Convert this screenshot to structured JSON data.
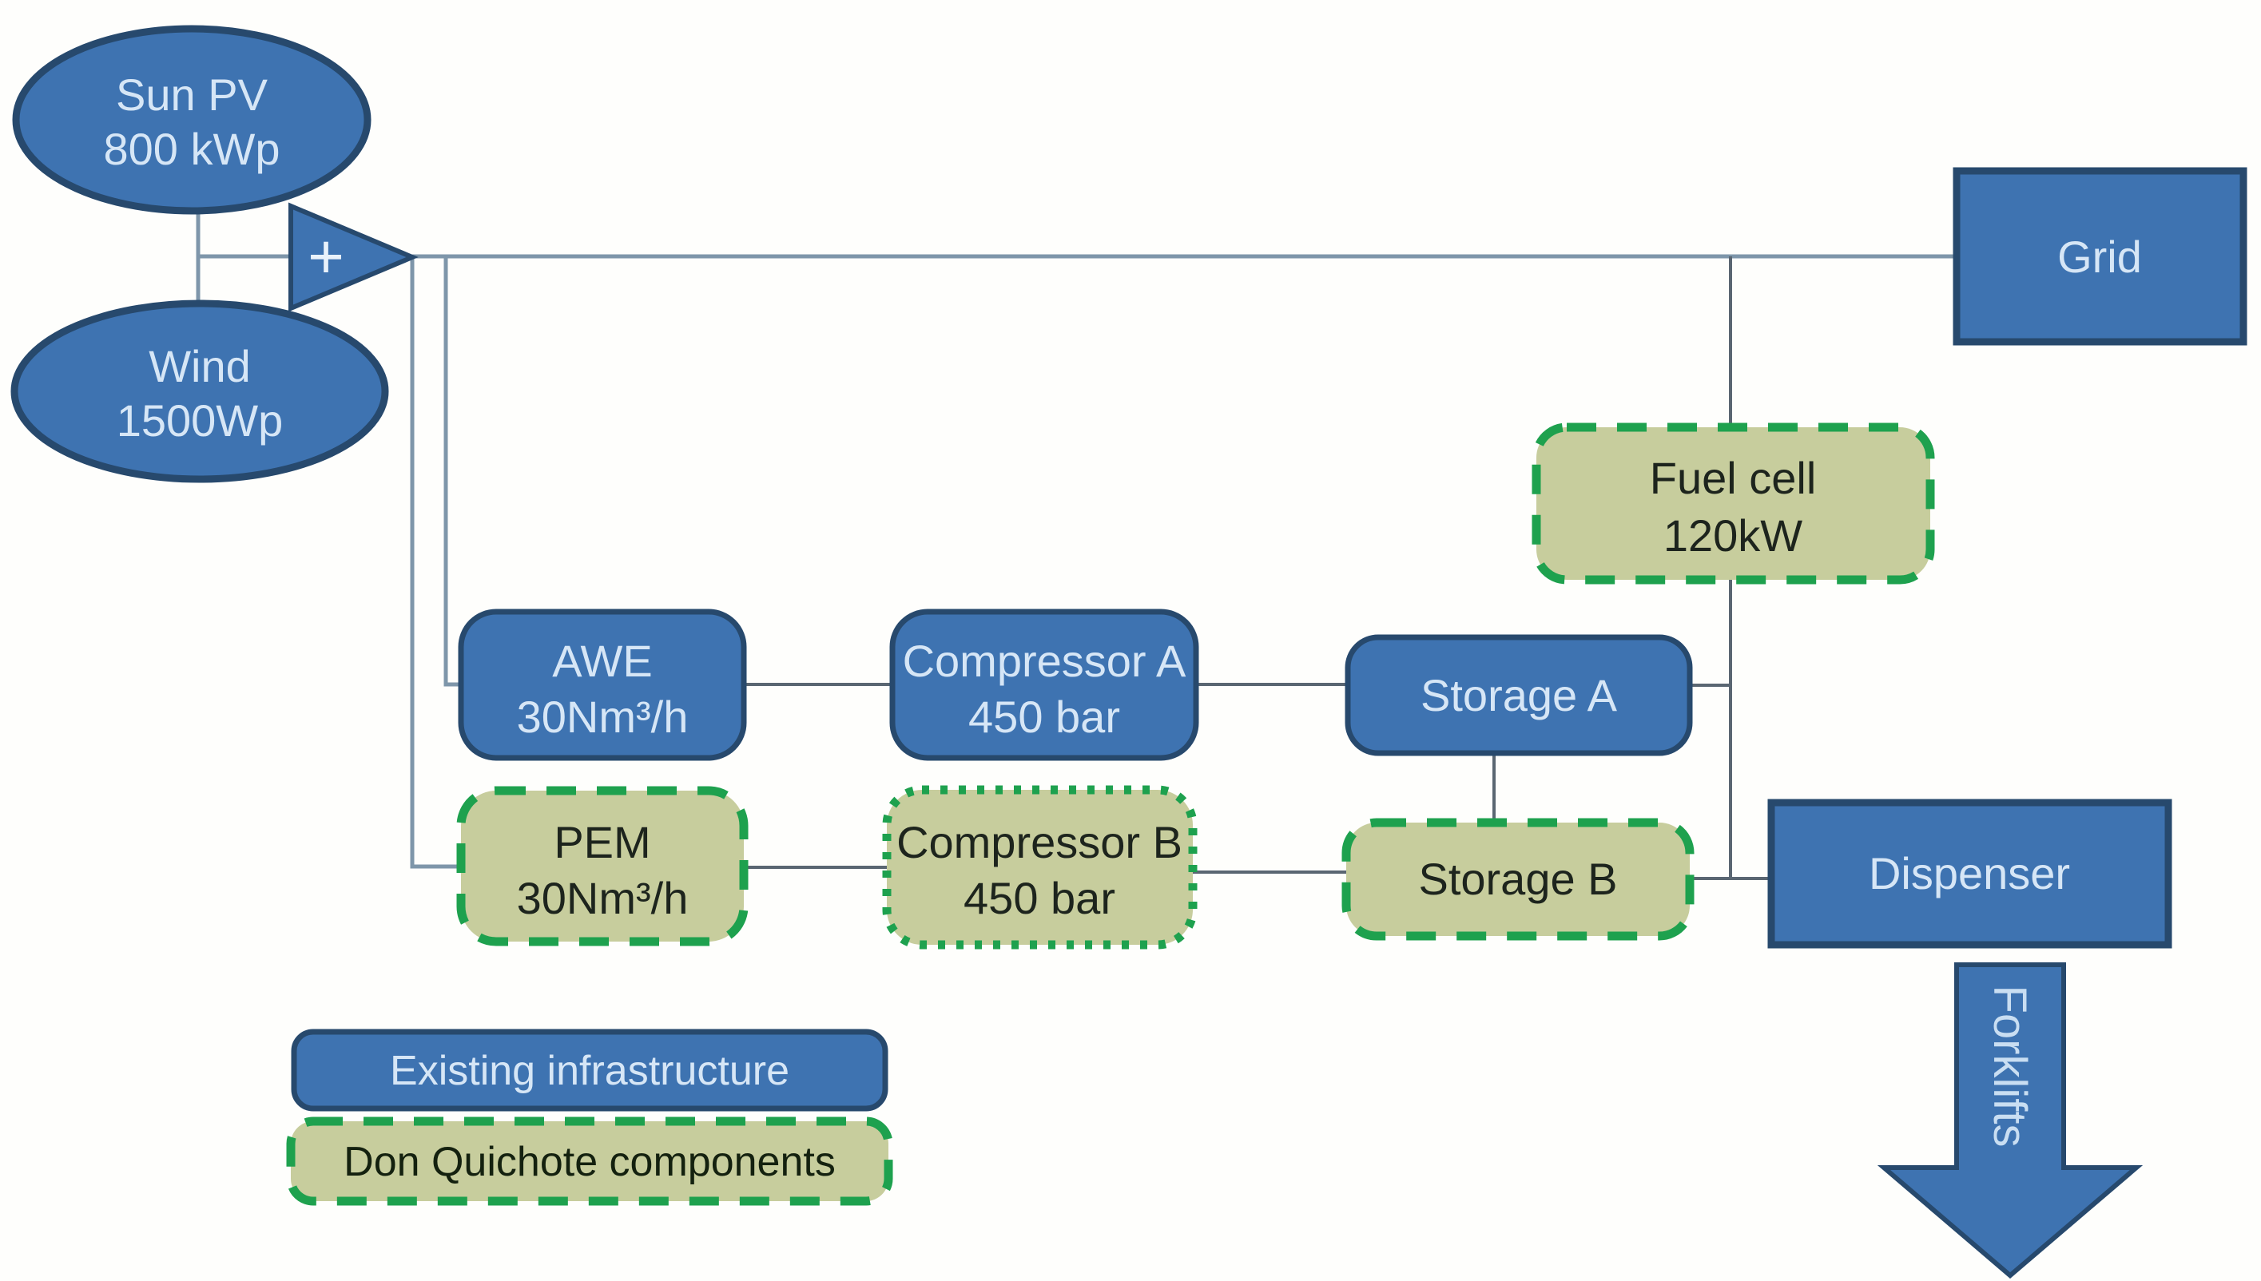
{
  "diagram": {
    "description": "Energy and hydrogen infrastructure flowchart",
    "nodes": {
      "sun_pv": {
        "line1": "Sun PV",
        "line2": "800 kWp",
        "category": "existing"
      },
      "wind": {
        "line1": "Wind",
        "line2": "1500Wp",
        "category": "existing"
      },
      "plus": {
        "label": "+",
        "category": "existing"
      },
      "grid": {
        "label": "Grid",
        "category": "existing"
      },
      "fuel_cell": {
        "line1": "Fuel cell",
        "line2": "120kW",
        "category": "don_quichote"
      },
      "awe": {
        "line1": "AWE",
        "line2": "30Nm³/h",
        "category": "existing"
      },
      "compressor_a": {
        "line1": "Compressor A",
        "line2": "450 bar",
        "category": "existing"
      },
      "storage_a": {
        "label": "Storage A",
        "category": "existing"
      },
      "pem": {
        "line1": "PEM",
        "line2": "30Nm³/h",
        "category": "don_quichote"
      },
      "compressor_b": {
        "line1": "Compressor B",
        "line2": "450 bar",
        "category": "don_quichote"
      },
      "storage_b": {
        "label": "Storage B",
        "category": "don_quichote"
      },
      "dispenser": {
        "label": "Dispenser",
        "category": "existing"
      },
      "forklifts": {
        "label": "Forklifts",
        "category": "existing"
      }
    },
    "legend": {
      "existing": {
        "label": "Existing infrastructure"
      },
      "don_quichote": {
        "label": "Don Quichote components"
      }
    },
    "connections": [
      "Sun PV + Wind -> (+) summing node",
      "(+) -> Grid",
      "(+) -> AWE",
      "(+) -> PEM",
      "bus -> Fuel cell",
      "AWE -> Compressor A -> Storage A",
      "PEM -> Compressor B -> Storage B",
      "Storage A -> Storage B",
      "Storage A -> fuel-cell riser",
      "Fuel cell -> Storage B / Dispenser junction",
      "Storage B -> Dispenser",
      "Dispenser -> Forklifts"
    ],
    "colors": {
      "existing_fill": "#3e73b1",
      "existing_stroke": "#27496d",
      "dq_fill": "#c7cd9d",
      "dq_stroke": "#1ea14e",
      "bus_line": "#7e96aa",
      "connector_line": "#5a6672",
      "text_on_blue": "#d6e6f6",
      "text_on_green": "#1d241d",
      "background": "#fefefc"
    }
  }
}
